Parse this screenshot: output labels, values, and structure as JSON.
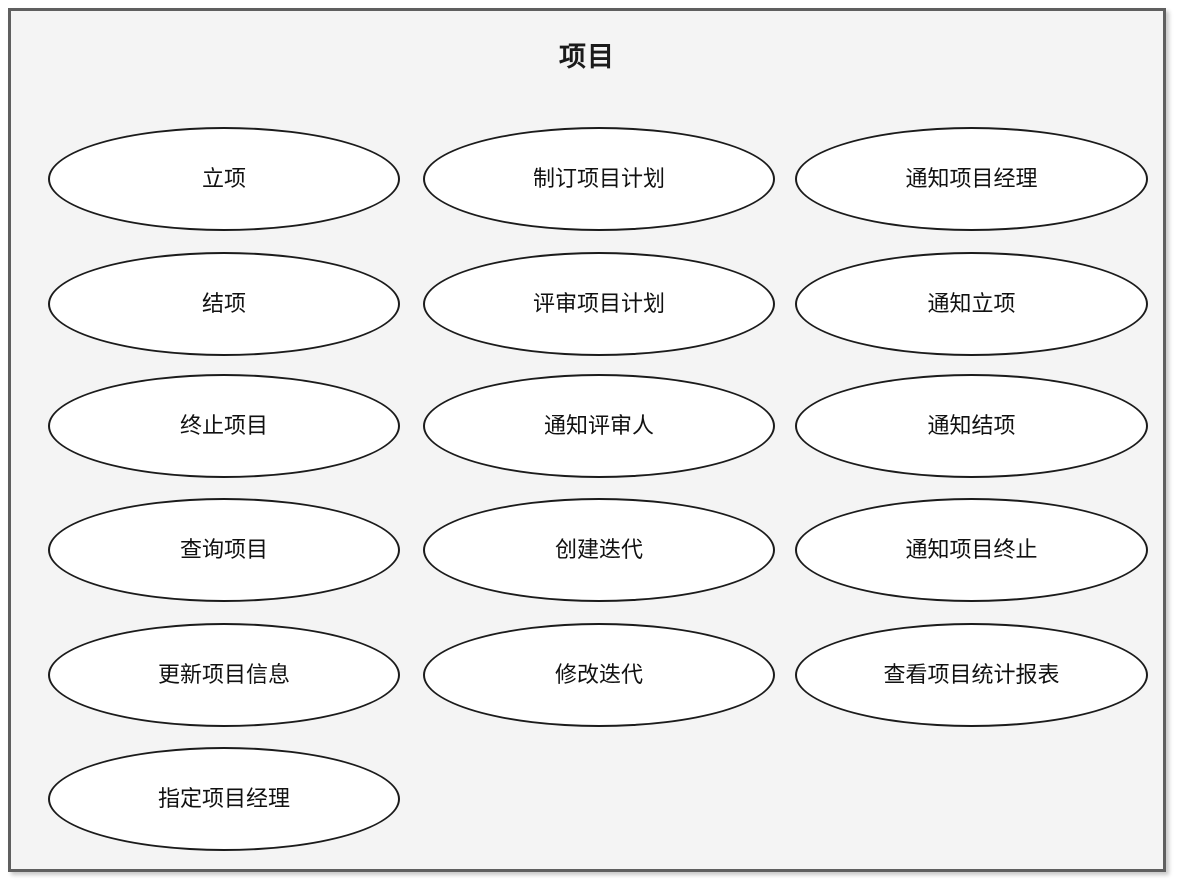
{
  "diagram": {
    "type": "uml-use-case-package",
    "title": "项目",
    "background_color": "#f4f4f4",
    "frame_border_color": "#5f5f5f",
    "ellipse_fill": "#ffffff",
    "ellipse_stroke": "#1b1b1b",
    "columns": 3,
    "rows": 6,
    "use_case_count": 16
  },
  "use_cases": [
    {
      "id": "uc-1",
      "row": 1,
      "col": 1,
      "label": "立项"
    },
    {
      "id": "uc-2",
      "row": 1,
      "col": 2,
      "label": "制订项目计划"
    },
    {
      "id": "uc-3",
      "row": 1,
      "col": 3,
      "label": "通知项目经理"
    },
    {
      "id": "uc-4",
      "row": 2,
      "col": 1,
      "label": "结项"
    },
    {
      "id": "uc-5",
      "row": 2,
      "col": 2,
      "label": "评审项目计划"
    },
    {
      "id": "uc-6",
      "row": 2,
      "col": 3,
      "label": "通知立项"
    },
    {
      "id": "uc-7",
      "row": 3,
      "col": 1,
      "label": "终止项目"
    },
    {
      "id": "uc-8",
      "row": 3,
      "col": 2,
      "label": "通知评审人"
    },
    {
      "id": "uc-9",
      "row": 3,
      "col": 3,
      "label": "通知结项"
    },
    {
      "id": "uc-10",
      "row": 4,
      "col": 1,
      "label": "查询项目"
    },
    {
      "id": "uc-11",
      "row": 4,
      "col": 2,
      "label": "创建迭代"
    },
    {
      "id": "uc-12",
      "row": 4,
      "col": 3,
      "label": "通知项目终止"
    },
    {
      "id": "uc-13",
      "row": 5,
      "col": 1,
      "label": "更新项目信息"
    },
    {
      "id": "uc-14",
      "row": 5,
      "col": 2,
      "label": "修改迭代"
    },
    {
      "id": "uc-15",
      "row": 5,
      "col": 3,
      "label": "查看项目统计报表"
    },
    {
      "id": "uc-16",
      "row": 6,
      "col": 1,
      "label": "指定项目经理"
    }
  ]
}
